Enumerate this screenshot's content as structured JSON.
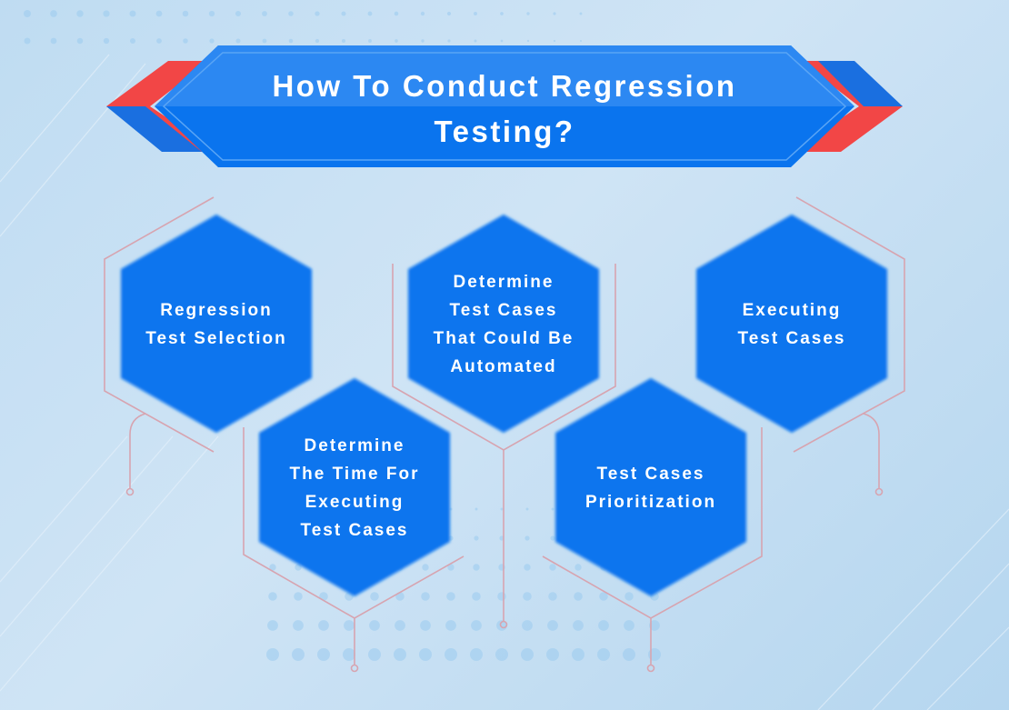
{
  "title": {
    "line1": "How To Conduct Regression",
    "line2": "Testing?"
  },
  "steps": [
    {
      "lines": [
        "Regression",
        "Test Selection"
      ]
    },
    {
      "lines": [
        "Determine",
        "The Time For",
        "Executing",
        "Test Cases"
      ]
    },
    {
      "lines": [
        "Determine",
        "Test Cases",
        "That Could Be",
        "Automated"
      ]
    },
    {
      "lines": [
        "Test Cases",
        "Prioritization"
      ]
    },
    {
      "lines": [
        "Executing",
        "Test Cases"
      ]
    }
  ],
  "colors": {
    "hex": "#0a74ee",
    "banner": "#1a7af0",
    "accent_red": "#f24646",
    "line": "#d7a4b0"
  }
}
